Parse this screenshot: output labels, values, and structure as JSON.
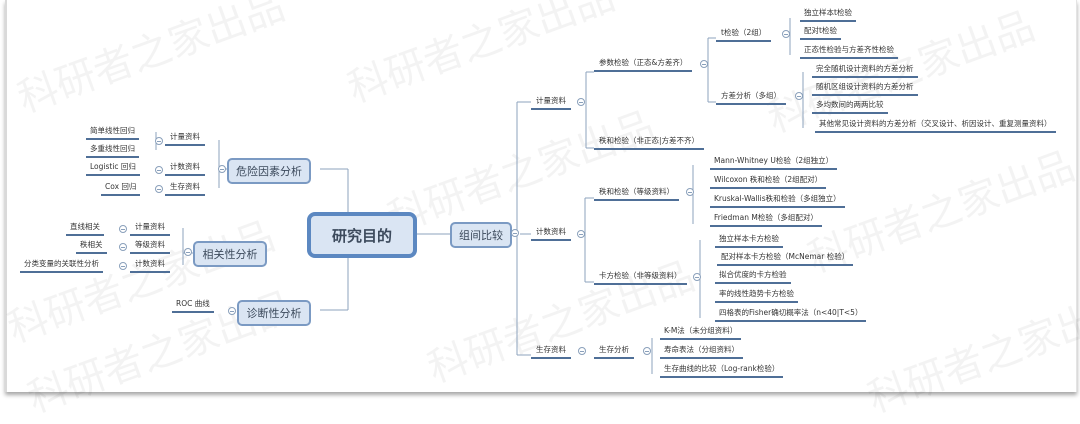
{
  "watermark": "科研者之家出品",
  "root": {
    "label": "研究目的"
  },
  "left": [
    {
      "label": "危险因素分析",
      "groups": [
        {
          "label": "计量资料",
          "leaves": [
            "简单线性回归",
            "多重线性回归"
          ]
        },
        {
          "label": "计数资料",
          "leaves": [
            "Logistic 回归"
          ]
        },
        {
          "label": "生存资料",
          "leaves": [
            "Cox 回归"
          ]
        }
      ]
    },
    {
      "label": "相关性分析",
      "groups": [
        {
          "label": "计量资料",
          "leaves": [
            "直线相关"
          ]
        },
        {
          "label": "等级资料",
          "leaves": [
            "秩相关"
          ]
        },
        {
          "label": "计数资料",
          "leaves": [
            "分类变量的关联性分析"
          ]
        }
      ]
    },
    {
      "label": "诊断性分析",
      "leaves": [
        "ROC 曲线"
      ]
    }
  ],
  "right": {
    "label": "组间比较",
    "groups": [
      {
        "label": "计量资料",
        "children": [
          {
            "label": "参数检验（正态&方差齐）",
            "children": [
              {
                "label": "t检验（2组）",
                "leaves": [
                  "独立样本t检验",
                  "配对t检验",
                  "正态性检验与方差齐性检验"
                ]
              },
              {
                "label": "方差分析（多组）",
                "leaves": [
                  "完全随机设计资料的方差分析",
                  "随机区组设计资料的方差分析",
                  "多均数间的两两比较",
                  "其他常见设计资料的方差分析（交叉设计、析因设计、重复测量资料）"
                ]
              }
            ]
          },
          {
            "label": "秩和检验（非正态|方差不齐）"
          }
        ]
      },
      {
        "label": "计数资料",
        "children": [
          {
            "label": "秩和检验（等级资料）",
            "leaves": [
              "Mann-Whitney U检验（2组独立）",
              "Wilcoxon 秩和检验（2组配对）",
              "Kruskal-Wallis秩和检验（多组独立）",
              "Friedman M检验（多组配对）"
            ]
          },
          {
            "label": "卡方检验（非等级资料）",
            "leaves": [
              "独立样本卡方检验",
              "配对样本卡方检验（McNemar 检验）",
              "拟合优度的卡方检验",
              "率的线性趋势卡方检验",
              "四格表的Fisher确切概率法（n<40|T<5）"
            ]
          }
        ]
      },
      {
        "label": "生存资料",
        "children": [
          {
            "label": "生存分析",
            "leaves": [
              "K-M法（未分组资料）",
              "寿命表法（分组资料）",
              "生存曲线的比较（Log-rank检验）"
            ]
          }
        ]
      }
    ]
  }
}
